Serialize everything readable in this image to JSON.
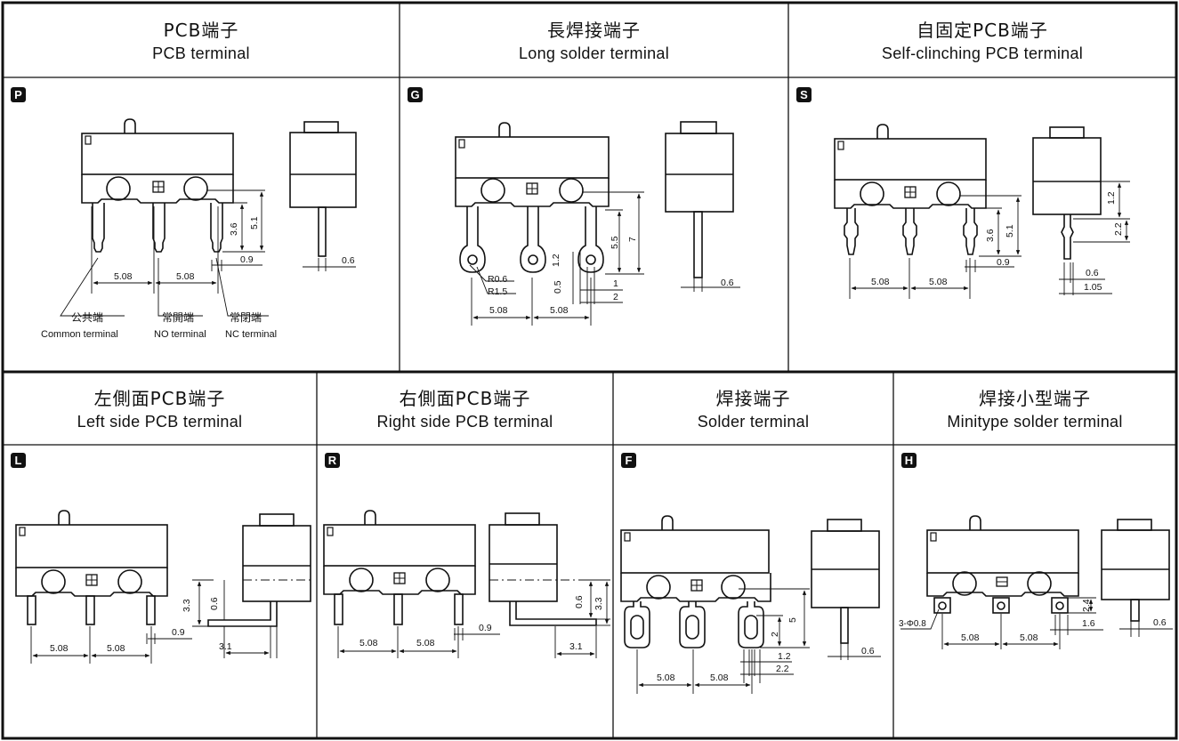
{
  "panels": {
    "P": {
      "title_zh": "PCB端子",
      "title_en": "PCB terminal",
      "code": "P",
      "dims": {
        "pitch1": "5.08",
        "pitch2": "5.08",
        "h1": "3.6",
        "h2": "5.1",
        "w": "0.9",
        "t": "0.6"
      },
      "labels": {
        "common_zh": "公共端",
        "common_en": "Common terminal",
        "no_zh": "常開端",
        "no_en": "NO terminal",
        "nc_zh": "常閉端",
        "nc_en": "NC terminal"
      }
    },
    "G": {
      "title_zh": "長焊接端子",
      "title_en": "Long solder terminal",
      "code": "G",
      "dims": {
        "pitch1": "5.08",
        "pitch2": "5.08",
        "r1": "R0.6",
        "r2": "R1.5",
        "h1": "5.5",
        "h2": "7",
        "d1": "1.2",
        "d2": "0.5",
        "w1": "1",
        "w2": "2",
        "t": "0.6"
      }
    },
    "S": {
      "title_zh": "自固定PCB端子",
      "title_en": "Self-clinching PCB terminal",
      "code": "S",
      "dims": {
        "pitch1": "5.08",
        "pitch2": "5.08",
        "h1": "3.6",
        "h2": "5.1",
        "w": "0.9",
        "s1": "1.2",
        "s2": "2.2",
        "t": "0.6",
        "t2": "1.05"
      }
    },
    "L": {
      "title_zh": "左側面PCB端子",
      "title_en": "Left side PCB terminal",
      "code": "L",
      "dims": {
        "pitch1": "5.08",
        "pitch2": "5.08",
        "w": "0.9",
        "h1": "3.3",
        "h2": "0.6",
        "l": "3.1"
      }
    },
    "R": {
      "title_zh": "右側面PCB端子",
      "title_en": "Right side PCB terminal",
      "code": "R",
      "dims": {
        "pitch1": "5.08",
        "pitch2": "5.08",
        "w": "0.9",
        "h1": "0.6",
        "h2": "3.3",
        "l": "3.1"
      }
    },
    "F": {
      "title_zh": "焊接端子",
      "title_en": "Solder terminal",
      "code": "F",
      "dims": {
        "pitch1": "5.08",
        "pitch2": "5.08",
        "h1": "5",
        "h2": "2",
        "w1": "1.2",
        "w2": "2.2",
        "t": "0.6"
      }
    },
    "H": {
      "title_zh": "焊接小型端子",
      "title_en": "Minitype solder terminal",
      "code": "H",
      "dims": {
        "pitch1": "5.08",
        "pitch2": "5.08",
        "hole": "3-Φ0.8",
        "h": "2.4",
        "w": "1.6",
        "t": "0.6"
      }
    }
  }
}
